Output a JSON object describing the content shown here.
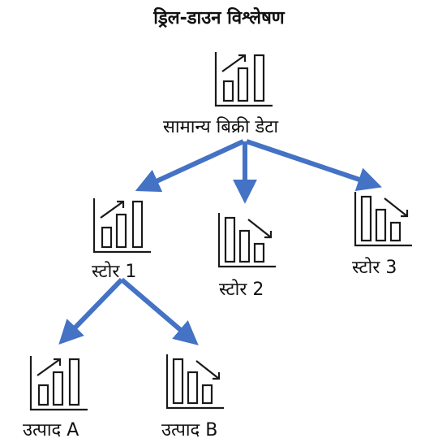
{
  "title": "ड्रिल-डाउन विश्लेषण",
  "colors": {
    "arrow": "#4472C4",
    "icon": "#1a1a1a"
  },
  "nodes": {
    "root": {
      "label": "सामान्य बिक्री डेटा",
      "icon": "bar-chart-up-icon"
    },
    "store1": {
      "label": "स्टोर 1",
      "icon": "bar-chart-up-icon"
    },
    "store2": {
      "label": "स्टोर 2",
      "icon": "bar-chart-down-icon"
    },
    "store3": {
      "label": "स्टोर 3",
      "icon": "bar-chart-down-icon"
    },
    "productA": {
      "label": "उत्पाद A",
      "icon": "bar-chart-up-icon"
    },
    "productB": {
      "label": "उत्पाद B",
      "icon": "bar-chart-down-icon"
    }
  }
}
